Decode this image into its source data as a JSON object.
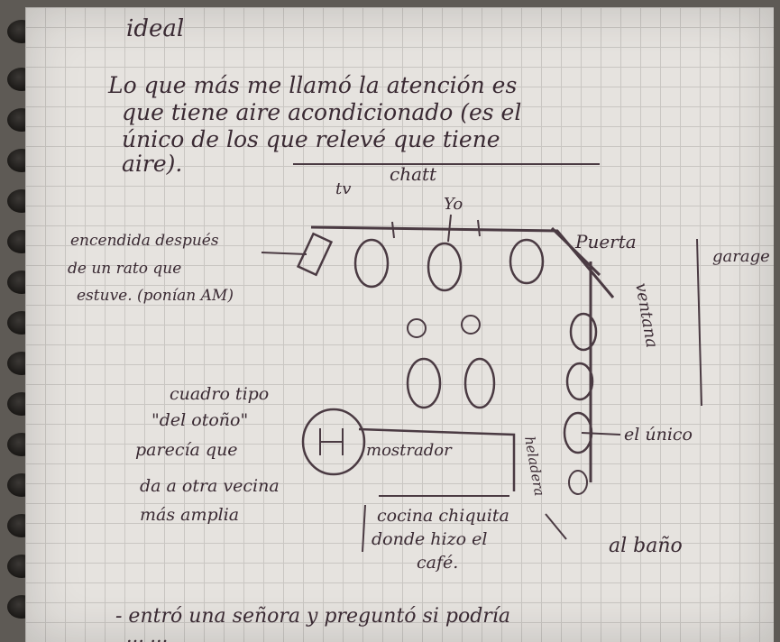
{
  "notebook": {
    "paragraph_top": "ideal",
    "paragraph_1": [
      "Lo que más me llamó la atención es",
      "que tiene aire acondicionado (es el",
      "único de los que relevé que tiene",
      "aire)."
    ],
    "labels": {
      "tv": "tv",
      "chatt": "chatt",
      "yo": "Yo",
      "puerta": "Puerta",
      "encendido": [
        "encendida después",
        "de un rato que",
        "estuve. (ponían AM)"
      ],
      "ventana": "ventana",
      "cuadro": [
        "cuadro tipo",
        "\"del otoño\""
      ],
      "parecia": [
        "parecía que",
        "da a otra vecina",
        "más amplia"
      ],
      "mostrador": "mostrador",
      "heladera": "heladera",
      "escondite": [
        "cocina chiquita",
        "donde hizo el",
        "café."
      ],
      "el_unico": "el único",
      "al_bano": "al baño",
      "garage": "garage"
    },
    "paragraph_bottom": [
      "- entró una señora y preguntó si podría",
      "… …"
    ]
  }
}
